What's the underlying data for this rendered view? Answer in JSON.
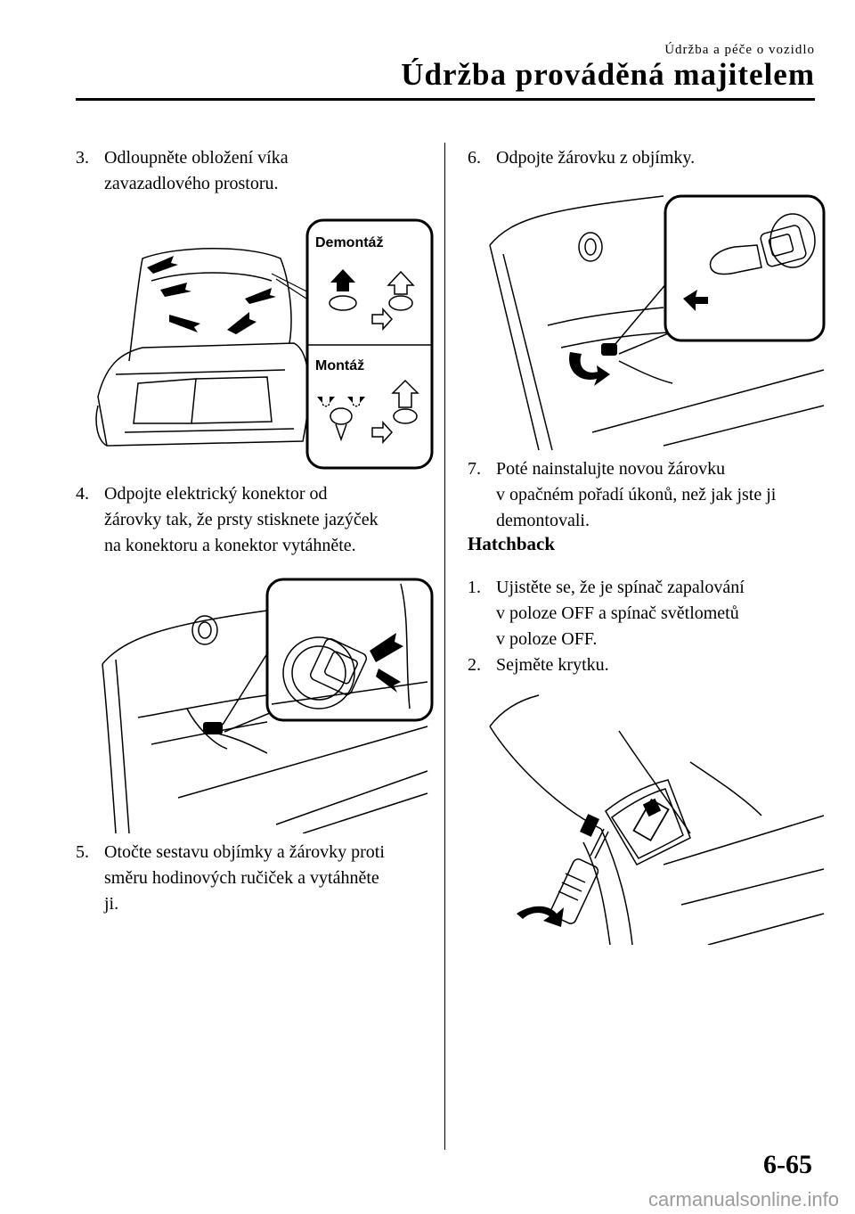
{
  "header": {
    "subtitle": "Údržba a péče o vozidlo",
    "title": "Údržba prováděná majitelem"
  },
  "left_column": {
    "step3": {
      "num": "3.",
      "line1": "Odloupněte obložení víka",
      "line2": "zavazadlového prostoru."
    },
    "figure1": {
      "label_remove": "Demontáž",
      "label_install": "Montáž"
    },
    "step4": {
      "num": "4.",
      "line1": "Odpojte elektrický konektor od",
      "line2": "žárovky tak, že prsty stisknete jazýček",
      "line3": "na konektoru a konektor vytáhněte."
    },
    "step5": {
      "num": "5.",
      "line1": "Otočte sestavu objímky a žárovky proti",
      "line2": "směru hodinových ručiček a vytáhněte",
      "line3": "ji."
    }
  },
  "right_column": {
    "step6": {
      "num": "6.",
      "line1": "Odpojte žárovku z objímky."
    },
    "step7": {
      "num": "7.",
      "line1": "Poté nainstalujte novou žárovku",
      "line2": "v opačném pořadí úkonů, než jak jste ji",
      "line3": "demontovali."
    },
    "section_title": "Hatchback",
    "step1": {
      "num": "1.",
      "line1": "Ujistěte se, že je spínač zapalování",
      "line2": "v poloze OFF a spínač světlometů",
      "line3": "v poloze OFF."
    },
    "step2": {
      "num": "2.",
      "line1": "Sejměte krytku."
    }
  },
  "footer": {
    "page_number": "6-65",
    "watermark": "carmanualsonline.info"
  }
}
